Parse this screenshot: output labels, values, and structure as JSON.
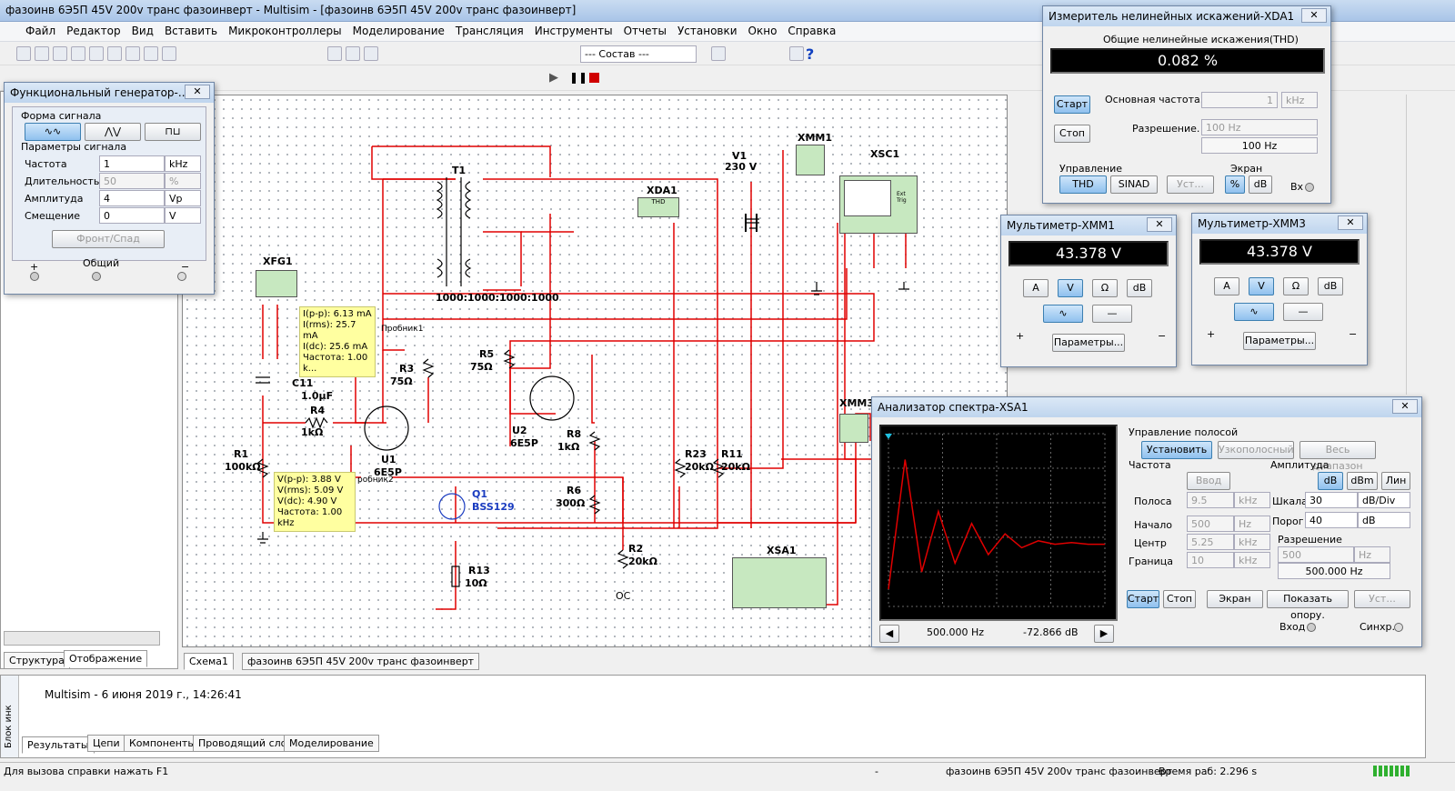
{
  "window_title": "фазоинв 6Э5П 45V 200v  транс фазоинверт - Multisim - [фазоинв 6Э5П 45V 200v  транс фазоинверт]",
  "menu": [
    "Файл",
    "Редактор",
    "Вид",
    "Вставить",
    "Микроконтроллеры",
    "Моделирование",
    "Трансляция",
    "Инструменты",
    "Отчеты",
    "Установки",
    "Окно",
    "Справка"
  ],
  "toolbar": {
    "composition": "--- Состав ---"
  },
  "funcgen": {
    "title": "Функциональный генератор-...",
    "waveform_label": "Форма сигнала",
    "params_label": "Параметры сигнала",
    "rows": [
      {
        "label": "Частота",
        "value": "1",
        "unit": "kHz"
      },
      {
        "label": "Длительность",
        "value": "50",
        "unit": "%"
      },
      {
        "label": "Амплитуда",
        "value": "4",
        "unit": "Vp"
      },
      {
        "label": "Смещение",
        "value": "0",
        "unit": "V"
      }
    ],
    "edge_button": "Фронт/Спад",
    "plus": "+",
    "common": "Общий",
    "minus": "−"
  },
  "distortion": {
    "title": "Измеритель нелинейных искажений-XDA1",
    "thd_label": "Общие нелинейные искажения(THD)",
    "thd_value": "0.082 %",
    "start": "Старт",
    "stop": "Стоп",
    "fundamental_label": "Основная частота.",
    "fundamental_value": "1",
    "fundamental_unit": "kHz",
    "resolution_label": "Разрешение.",
    "resolution_select": "100 Hz",
    "resolution_value": "100 Hz",
    "control_label": "Управление",
    "thd_btn": "THD",
    "sinad_btn": "SINAD",
    "set_btn": "Уст...",
    "screen_label": "Экран",
    "pct_btn": "%",
    "db_btn": "dB",
    "input_label": "Вх"
  },
  "mm1": {
    "title": "Мультиметр-XMM1",
    "value": "43.378 V",
    "buttons": [
      "A",
      "V",
      "Ω",
      "dB"
    ],
    "params": "Параметры...",
    "plus": "+",
    "minus": "−"
  },
  "mm3": {
    "title": "Мультиметр-XMM3",
    "value": "43.378 V",
    "buttons": [
      "A",
      "V",
      "Ω",
      "dB"
    ],
    "params": "Параметры...",
    "plus": "+",
    "minus": "−"
  },
  "spectrum": {
    "title": "Анализатор спектра-XSA1",
    "band_label": "Управление полосой",
    "band_buttons": [
      "Установить",
      "Узкополосный",
      "Весь диапазон"
    ],
    "freq_label": "Частота",
    "enter_btn": "Ввод",
    "freq_rows": [
      {
        "label": "Полоса",
        "value": "9.5",
        "unit": "kHz"
      },
      {
        "label": "Начало",
        "value": "500",
        "unit": "Hz"
      },
      {
        "label": "Центр",
        "value": "5.25",
        "unit": "kHz"
      },
      {
        "label": "Граница",
        "value": "10",
        "unit": "kHz"
      }
    ],
    "amp_label": "Амплитуда",
    "amp_buttons": [
      "dB",
      "dBm",
      "Лин"
    ],
    "scale_label": "Шкала",
    "scale_value": "30",
    "scale_unit": "dB/Div",
    "thresh_label": "Порог",
    "thresh_value": "40",
    "thresh_unit": "dB",
    "res_label": "Разрешение",
    "res_value": "500",
    "res_unit": "Hz",
    "res_display": "500.000  Hz",
    "buttons": [
      "Старт",
      "Стоп",
      "Экран",
      "Показать опору.",
      "Уст..."
    ],
    "cursor_freq": "500.000  Hz",
    "cursor_db": "-72.866  dB",
    "input_label": "Вход",
    "sync_label": "Синхр.",
    "spectrum_levels": [
      0.1,
      0.85,
      0.2,
      0.55,
      0.25,
      0.48,
      0.3,
      0.42,
      0.34,
      0.38,
      0.36,
      0.37,
      0.36,
      0.36
    ]
  },
  "schematic": {
    "components": [
      {
        "ref": "V1",
        "value": "230 V"
      },
      {
        "ref": "T1",
        "value": "1000:1000:1000:1000"
      },
      {
        "ref": "XDA1",
        "value": "THD"
      },
      {
        "ref": "XMM1",
        "value": ""
      },
      {
        "ref": "XSC1",
        "value": "Ext Trig"
      },
      {
        "ref": "XFG1",
        "value": ""
      },
      {
        "ref": "R5",
        "value": "75Ω"
      },
      {
        "ref": "R3",
        "value": "75Ω"
      },
      {
        "ref": "C11",
        "value": "1.0µF"
      },
      {
        "ref": "R4",
        "value": "1kΩ"
      },
      {
        "ref": "U1",
        "value": "6E5P"
      },
      {
        "ref": "U2",
        "value": "6E5P"
      },
      {
        "ref": "R8",
        "value": "1kΩ"
      },
      {
        "ref": "R6",
        "value": "300Ω"
      },
      {
        "ref": "R1",
        "value": "100kΩ"
      },
      {
        "ref": "R23",
        "value": "20kΩ"
      },
      {
        "ref": "R11",
        "value": "20kΩ"
      },
      {
        "ref": "XMM3",
        "value": ""
      },
      {
        "ref": "Q1",
        "value": "BSS129"
      },
      {
        "ref": "R13",
        "value": "10Ω"
      },
      {
        "ref": "R2",
        "value": "20kΩ"
      },
      {
        "ref": "XSA1",
        "value": ""
      }
    ],
    "oc_label": "OC",
    "probe1": {
      "lines": [
        "I(p-p): 6.13 mA",
        "I(rms): 25.7 mA",
        "I(dc): 25.6 mA",
        "Частота: 1.00 k..."
      ],
      "name": "Пробник1"
    },
    "probe2": {
      "lines": [
        "V(p-p): 3.88 V",
        "V(rms): 5.09 V",
        "V(dc): 4.90 V",
        "Частота: 1.00 kHz"
      ],
      "name": "робник2"
    }
  },
  "left_tabs": [
    "Структура",
    "Отображение"
  ],
  "doc_tabs": [
    "Схема1",
    "фазоинв 6Э5П 45V 200v  транс фазоинверт"
  ],
  "log": {
    "line": "Multisim  -  6 июня 2019 г., 14:26:41",
    "side": "Блок инк"
  },
  "bottom_tabs": [
    "Результаты",
    "Цепи",
    "Компоненты",
    "Проводящий слой",
    "Моделирование"
  ],
  "statusbar": {
    "help": "Для вызова справки нажать F1",
    "dash": "-",
    "file": "фазоинв 6Э5П 45V 200v  транс фазоинверт",
    "time": "Время раб: 2.296 s"
  },
  "colors": {
    "wire": "#e00000",
    "titlebar": "#bfd5ee",
    "accent": "#3c7fb1"
  }
}
